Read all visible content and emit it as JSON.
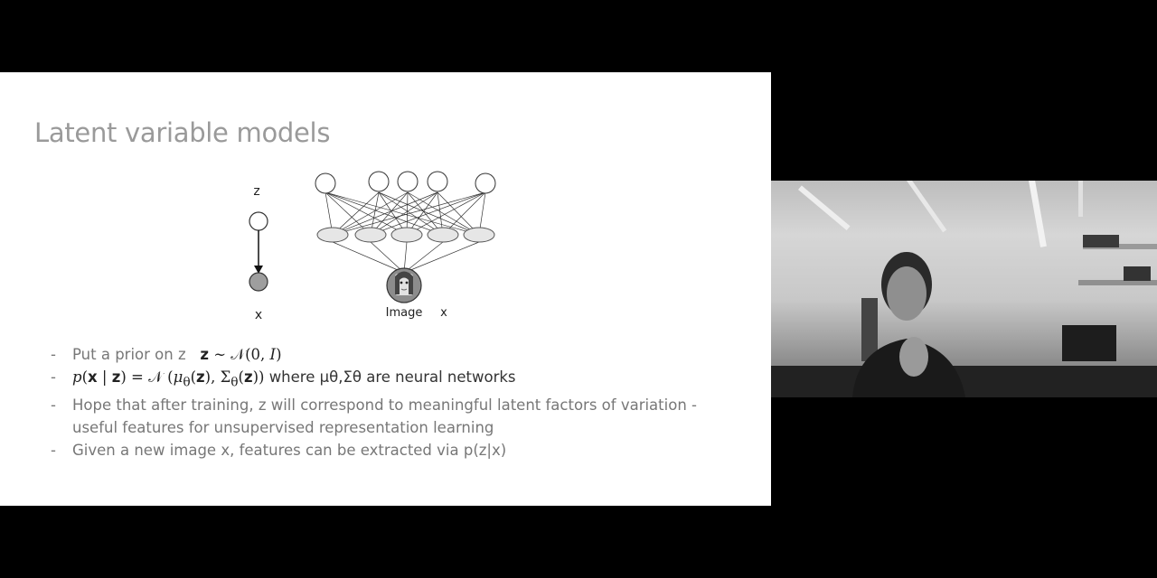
{
  "slide": {
    "title": "Latent variable models",
    "diagram": {
      "z_label": "z",
      "x_label": "x",
      "image_label": "Image",
      "image_x_label": "x"
    },
    "bullets": [
      {
        "text": "Put a prior on z"
      },
      {
        "text": "where μθ,Σθ are neural networks"
      },
      {
        "text": "Hope that after training, z will correspond to meaningful latent factors of variation - useful features for unsupervised representation learning"
      },
      {
        "text": "Given a new image x, features can be extracted via p(z|x)"
      }
    ]
  },
  "webcam": {
    "description_icon": "person-video-icon"
  }
}
